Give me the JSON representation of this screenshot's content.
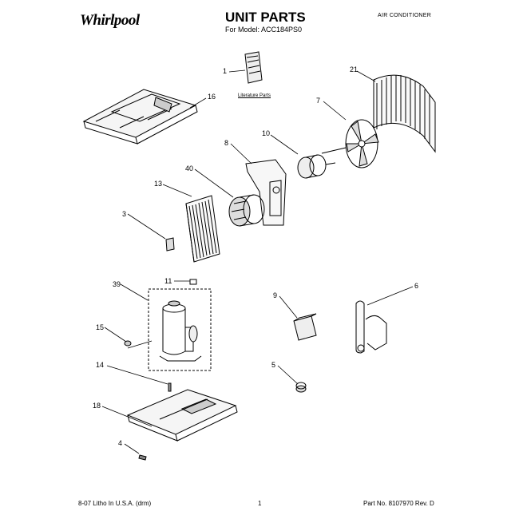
{
  "header": {
    "brand": "Whirlpool",
    "title": "UNIT PARTS",
    "model": "For Model: ACC184PS0",
    "category": "AIR CONDITIONER"
  },
  "literature_label": "Literature Parts",
  "callouts": {
    "c1": "1",
    "c16": "16",
    "c21": "21",
    "c7": "7",
    "c10": "10",
    "c8": "8",
    "c40": "40",
    "c13": "13",
    "c3": "3",
    "c39": "39",
    "c11": "11",
    "c15": "15",
    "c14": "14",
    "c18": "18",
    "c4": "4",
    "c9": "9",
    "c5": "5",
    "c6": "6"
  },
  "footer": {
    "left": "8-07 Litho In U.S.A. (drm)",
    "page": "1",
    "part_no": "Part No. 8107970 Rev. D"
  }
}
